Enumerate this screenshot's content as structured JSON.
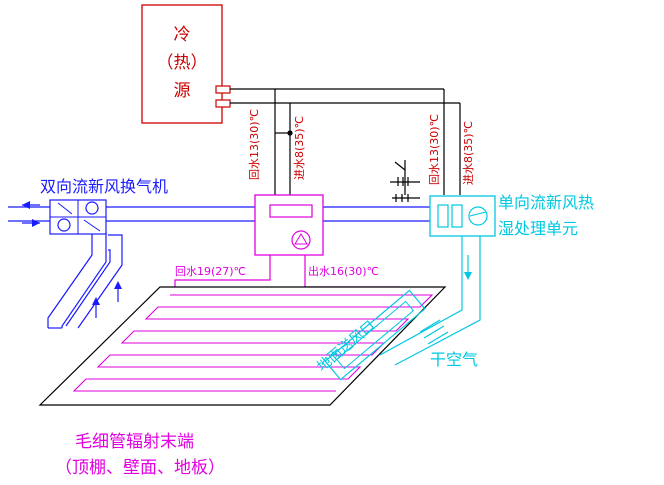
{
  "source": {
    "line1": "冷",
    "line2": "（热）",
    "line3": "源"
  },
  "labels": {
    "bidirectional_erv": "双向流新风换气机",
    "unidirectional_unit_line1": "单向流新风热",
    "unidirectional_unit_line2": "湿处理单元",
    "return_water_left": "回水13(30)℃",
    "supply_water_left": "进水8(35)℃",
    "return_water_right": "回水13(30)℃",
    "supply_water_right": "进水8(35)℃",
    "return_water_panel": "回水19(27)℃",
    "supply_water_panel": "出水16(30)℃",
    "floor_air_outlet": "地面送风口",
    "dry_air": "干空气",
    "capillary_terminal": "毛细管辐射末端",
    "capillary_locations": "（顶棚、壁面、地板）"
  },
  "colors": {
    "black": "#000000",
    "red": "#cc0000",
    "blue": "#1a1aff",
    "magenta": "#e000e0",
    "cyan": "#00c8e0"
  }
}
